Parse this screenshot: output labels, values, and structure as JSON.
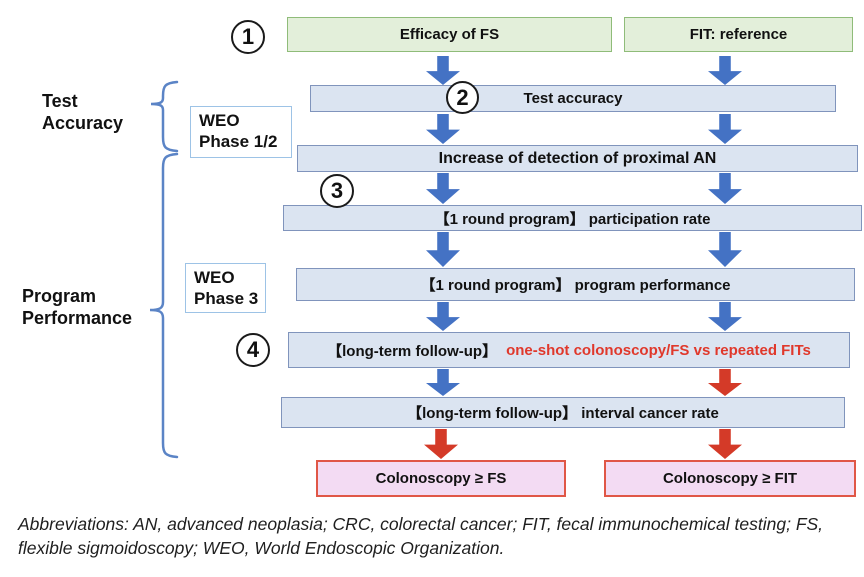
{
  "diagram": {
    "step_numbers": [
      "1",
      "2",
      "3",
      "4"
    ],
    "top_boxes": [
      {
        "label": "Efficacy of FS"
      },
      {
        "label": "FIT: reference"
      }
    ],
    "side_labels": {
      "test_accuracy": {
        "line1": "Test",
        "line2": "Accuracy"
      },
      "program_performance": {
        "line1": "Program",
        "line2": "Performance"
      }
    },
    "phase_boxes": [
      {
        "line1": "WEO",
        "line2": "Phase 1/2"
      },
      {
        "line1": "WEO",
        "line2": "Phase 3"
      }
    ],
    "rows": [
      {
        "label": "Test accuracy"
      },
      {
        "label": "Increase of detection of proximal AN"
      },
      {
        "label": "【1 round program】 participation rate"
      },
      {
        "label": "【1 round program】 program performance"
      },
      {
        "label_black": "【long-term follow-up】",
        "label_red": "one-shot colonoscopy/FS vs repeated FITs"
      },
      {
        "label": "【long-term follow-up】 interval cancer rate"
      }
    ],
    "outcome_boxes": [
      {
        "label": "Colonoscopy ≥ FS"
      },
      {
        "label": "Colonoscopy ≥ FIT"
      }
    ],
    "colors": {
      "blue_arrow": "#4472c4",
      "red_arrow": "#d43a28",
      "red_text": "#e0382b",
      "green_fill": "#e3efda",
      "green_border": "#8fbc79",
      "blue_fill": "#dbe4f1",
      "blue_border": "#8094bc",
      "pink_fill": "#f3dbf3",
      "pink_border": "#e05747",
      "brace": "#5b84c6"
    }
  },
  "caption": {
    "line1": "Abbreviations: AN, advanced neoplasia; CRC, colorectal cancer; FIT, fecal immunochemical testing; FS,",
    "line2": "flexible sigmoidoscopy; WEO, World Endoscopic Organization."
  }
}
